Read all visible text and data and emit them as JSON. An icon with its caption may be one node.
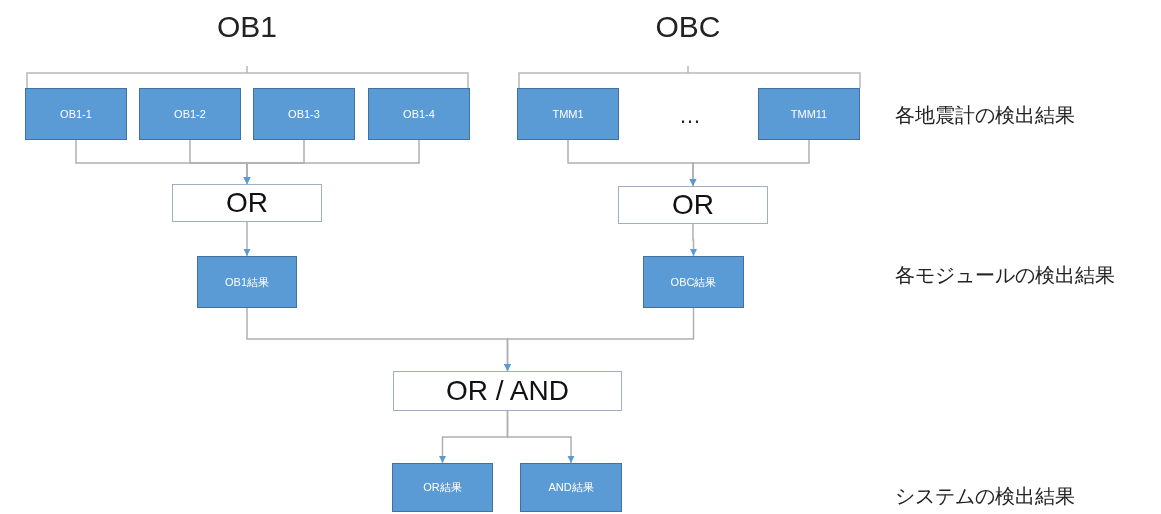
{
  "diagram": {
    "nodes": [
      {
        "text": [
          "OB1-1"
        ]
      },
      {
        "text": [
          "OB1-2"
        ]
      },
      {
        "text": [
          "OB1-3"
        ]
      },
      {
        "text": [
          "OB1-4"
        ]
      },
      {
        "text": [
          "TMM1"
        ]
      },
      {
        "text": [
          "TMM11"
        ]
      },
      {
        "text": [
          "OR"
        ]
      },
      {
        "text": [
          "OR"
        ]
      },
      {
        "text": [
          "OB1結果"
        ]
      },
      {
        "text": [
          "OBC結果"
        ]
      },
      {
        "text": [
          "OR / AND"
        ]
      },
      {
        "text": [
          "OR結果"
        ]
      },
      {
        "text": [
          "AND結果"
        ]
      }
    ],
    "edges": [
      {
        "from": 0,
        "to": 6,
        "arrow": "to"
      },
      {
        "from": 1,
        "to": 6,
        "arrow": "to"
      },
      {
        "from": 2,
        "to": 6,
        "arrow": "to"
      },
      {
        "from": 3,
        "to": 6,
        "arrow": "to"
      },
      {
        "from": 4,
        "to": 7,
        "arrow": "to"
      },
      {
        "from": 5,
        "to": 7,
        "arrow": "to"
      },
      {
        "from": 6,
        "to": 8,
        "arrow": "to"
      },
      {
        "from": 7,
        "to": 9,
        "arrow": "to"
      },
      {
        "from": 8,
        "to": 10,
        "arrow": "to"
      },
      {
        "from": 9,
        "to": 10,
        "arrow": "to"
      },
      {
        "from": 10,
        "to": 11,
        "arrow": "to"
      },
      {
        "from": 10,
        "to": 12,
        "arrow": "to"
      }
    ],
    "labels": [
      "OB1",
      "OBC",
      "…",
      "各地震計の検出結果",
      "各モジュールの検出結果",
      "システムの検出結果"
    ]
  }
}
